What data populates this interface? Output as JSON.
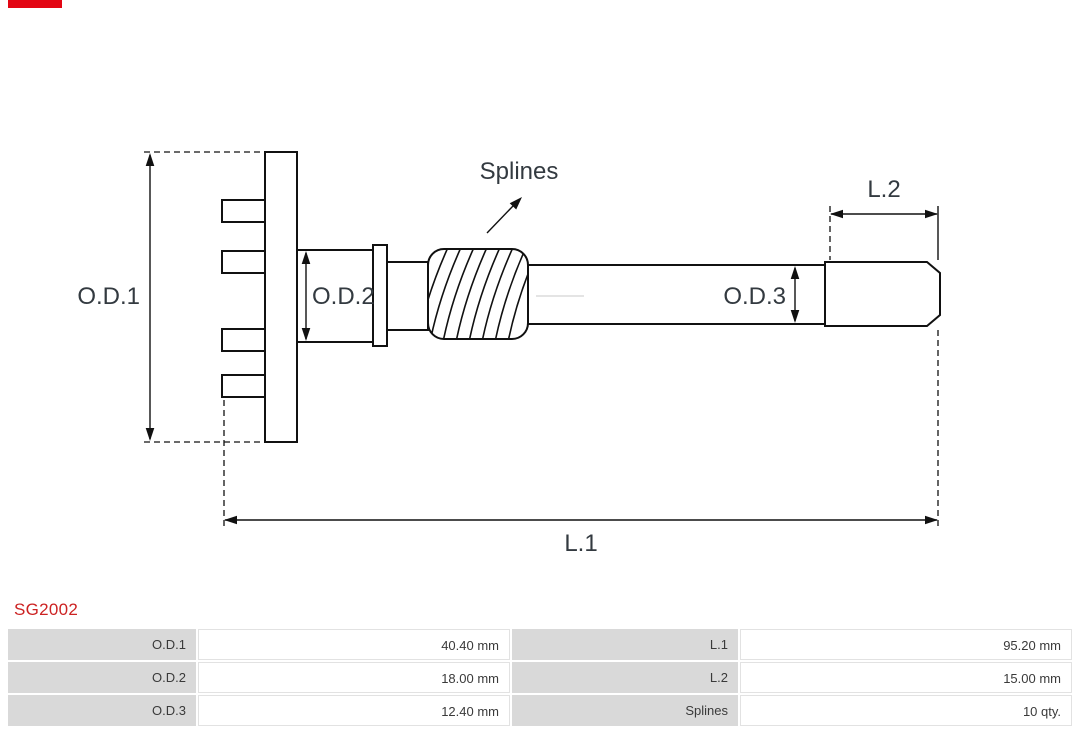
{
  "colors": {
    "brand_red": "#e30613",
    "part_red": "#cc2222"
  },
  "part_number": "SG2002",
  "diagram": {
    "labels": {
      "od1": "O.D.1",
      "od2": "O.D.2",
      "od3": "O.D.3",
      "l1": "L.1",
      "l2": "L.2",
      "splines": "Splines"
    }
  },
  "specs_table": {
    "rows": [
      {
        "label_left": "O.D.1",
        "value_left": "40.40 mm",
        "label_right": "L.1",
        "value_right": "95.20 mm"
      },
      {
        "label_left": "O.D.2",
        "value_left": "18.00 mm",
        "label_right": "L.2",
        "value_right": "15.00 mm"
      },
      {
        "label_left": "O.D.3",
        "value_left": "12.40 mm",
        "label_right": "Splines",
        "value_right": "10 qty."
      }
    ]
  }
}
